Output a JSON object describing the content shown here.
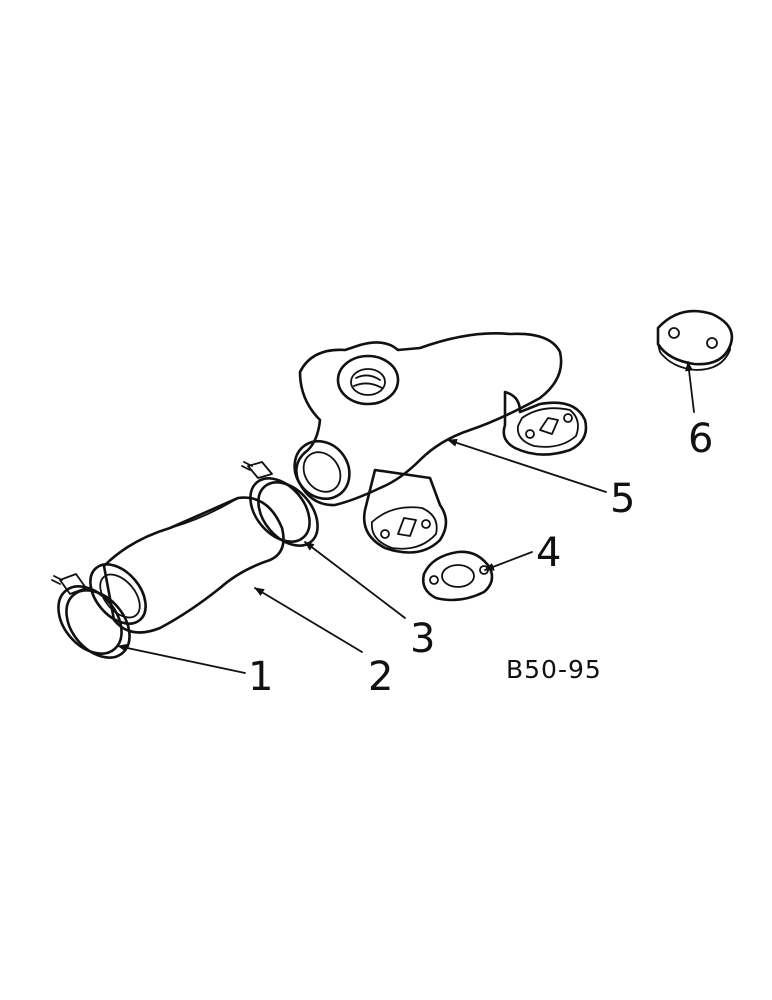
{
  "diagram": {
    "reference_code": "B50-95",
    "callouts": [
      {
        "id": "clamp-outer",
        "label": "1"
      },
      {
        "id": "hose",
        "label": "2"
      },
      {
        "id": "clamp-inner",
        "label": "3"
      },
      {
        "id": "gasket",
        "label": "4"
      },
      {
        "id": "manifold",
        "label": "5"
      },
      {
        "id": "cover-plate",
        "label": "6"
      }
    ]
  }
}
